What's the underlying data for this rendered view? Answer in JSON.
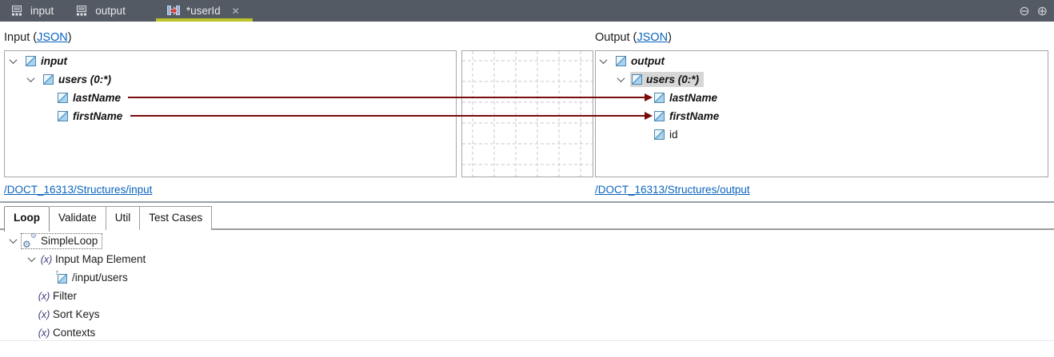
{
  "tabbar": {
    "tabs": [
      {
        "label": "input"
      },
      {
        "label": "output"
      },
      {
        "label": "*userId"
      }
    ]
  },
  "icons": {
    "close": "✕",
    "minimize": "⊖",
    "maximize": "⊕",
    "function": "(x)",
    "gear_large": "⚙",
    "gear_small": "⚙",
    "edit_arrow": "↑"
  },
  "editor": {
    "input_header": {
      "prefix": "Input (",
      "link": "JSON",
      "suffix": ")"
    },
    "output_header": {
      "prefix": "Output (",
      "link": "JSON",
      "suffix": ")"
    },
    "input_tree": {
      "root": "input",
      "users": "users (0:*)",
      "last_name": "lastName",
      "first_name": "firstName"
    },
    "output_tree": {
      "root": "output",
      "users": "users (0:*)",
      "last_name": "lastName",
      "first_name": "firstName",
      "id": "id"
    },
    "mappings": [
      {
        "source": "lastName",
        "target": "lastName"
      },
      {
        "source": "firstName",
        "target": "firstName"
      }
    ],
    "input_path": "/DOCT_16313/Structures/input",
    "output_path": "/DOCT_16313/Structures/output"
  },
  "bottom": {
    "tabs": [
      {
        "label": "Loop",
        "active": true
      },
      {
        "label": "Validate",
        "active": false
      },
      {
        "label": "Util",
        "active": false
      },
      {
        "label": "Test Cases",
        "active": false
      }
    ],
    "tree": {
      "loop_name": "SimpleLoop",
      "input_map_element": "Input Map Element",
      "input_map_path": "/input/users",
      "filter": "Filter",
      "sort_keys": "Sort Keys",
      "contexts": "Contexts"
    }
  },
  "colors": {
    "tabbar_bg": "#545a63",
    "active_tab_underline": "#bcc42c",
    "mapping_line": "#7a0c0c",
    "link": "#0a63bd"
  }
}
